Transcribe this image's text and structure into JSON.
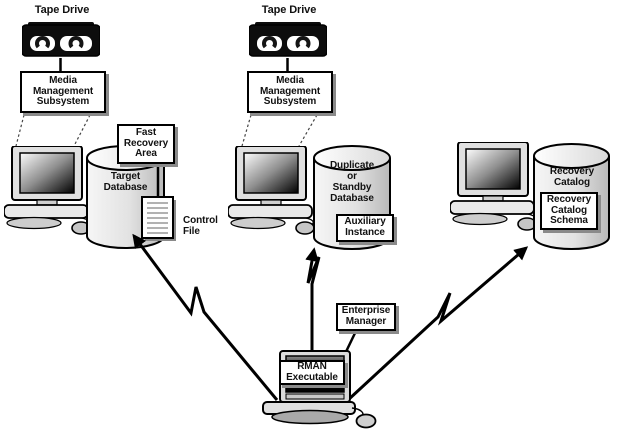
{
  "diagram_type": "architecture-diagram",
  "subject": "RMAN backup and recovery environment",
  "colors": {
    "background": "#ffffff",
    "outline": "#000000",
    "box_fill": "#ffffff",
    "box_shadow": "#8a8a8a",
    "cylinder_light": "#f6f6f6",
    "cylinder_dark": "#b9b9b9",
    "screen_gradient_start": "#fdfdfd",
    "screen_gradient_end": "#000000",
    "tape_body": "#0d0d0d",
    "document_line": "#999999"
  },
  "icons": {
    "tape_cassette": "tape-cassette-icon",
    "workstation": "workstation-icon",
    "workstation_front": "workstation-front-icon",
    "database_cylinder": "database-cylinder-icon",
    "document": "document-icon",
    "lightning_arrow": "lightning-arrow-icon"
  },
  "nodes": {
    "tape_drive_left": {
      "label": "Tape Drive"
    },
    "tape_drive_middle": {
      "label": "Tape Drive"
    },
    "media_management_left": {
      "label": "Media\nManagement\nSubsystem"
    },
    "media_management_middle": {
      "label": "Media\nManagement\nSubsystem"
    },
    "fast_recovery_area": {
      "label": "Fast\nRecovery\nArea"
    },
    "target_database": {
      "label": "Target\nDatabase"
    },
    "control_file": {
      "label": "Control\nFile"
    },
    "duplicate_or_standby_database": {
      "label": "Duplicate\nor\nStandby\nDatabase"
    },
    "auxiliary_instance": {
      "label": "Auxiliary\nInstance"
    },
    "recovery_catalog": {
      "label": "Recovery\nCatalog"
    },
    "recovery_catalog_schema": {
      "label": "Recovery\nCatalog\nSchema"
    },
    "enterprise_manager": {
      "label": "Enterprise\nManager"
    },
    "rman_executable": {
      "label": "RMAN\nExecutable"
    }
  },
  "connections": [
    {
      "from": "tape_drive_left",
      "to": "media_management_left",
      "style": "solid-line"
    },
    {
      "from": "tape_drive_middle",
      "to": "media_management_middle",
      "style": "solid-line"
    },
    {
      "from": "media_management_left",
      "to": "target-host-workstation",
      "style": "dashed-lines"
    },
    {
      "from": "media_management_middle",
      "to": "duplicate-host-workstation",
      "style": "dashed-lines"
    },
    {
      "from": "fast_recovery_area",
      "to": "control_file",
      "style": "solid-line"
    },
    {
      "from": "rman_executable",
      "to": "target_database",
      "style": "lightning-arrow"
    },
    {
      "from": "rman_executable",
      "to": "duplicate_or_standby_database",
      "style": "lightning-arrow"
    },
    {
      "from": "rman_executable",
      "to": "recovery_catalog",
      "style": "lightning-arrow"
    },
    {
      "from": "enterprise_manager",
      "to": "rman_executable",
      "style": "solid-line"
    }
  ]
}
